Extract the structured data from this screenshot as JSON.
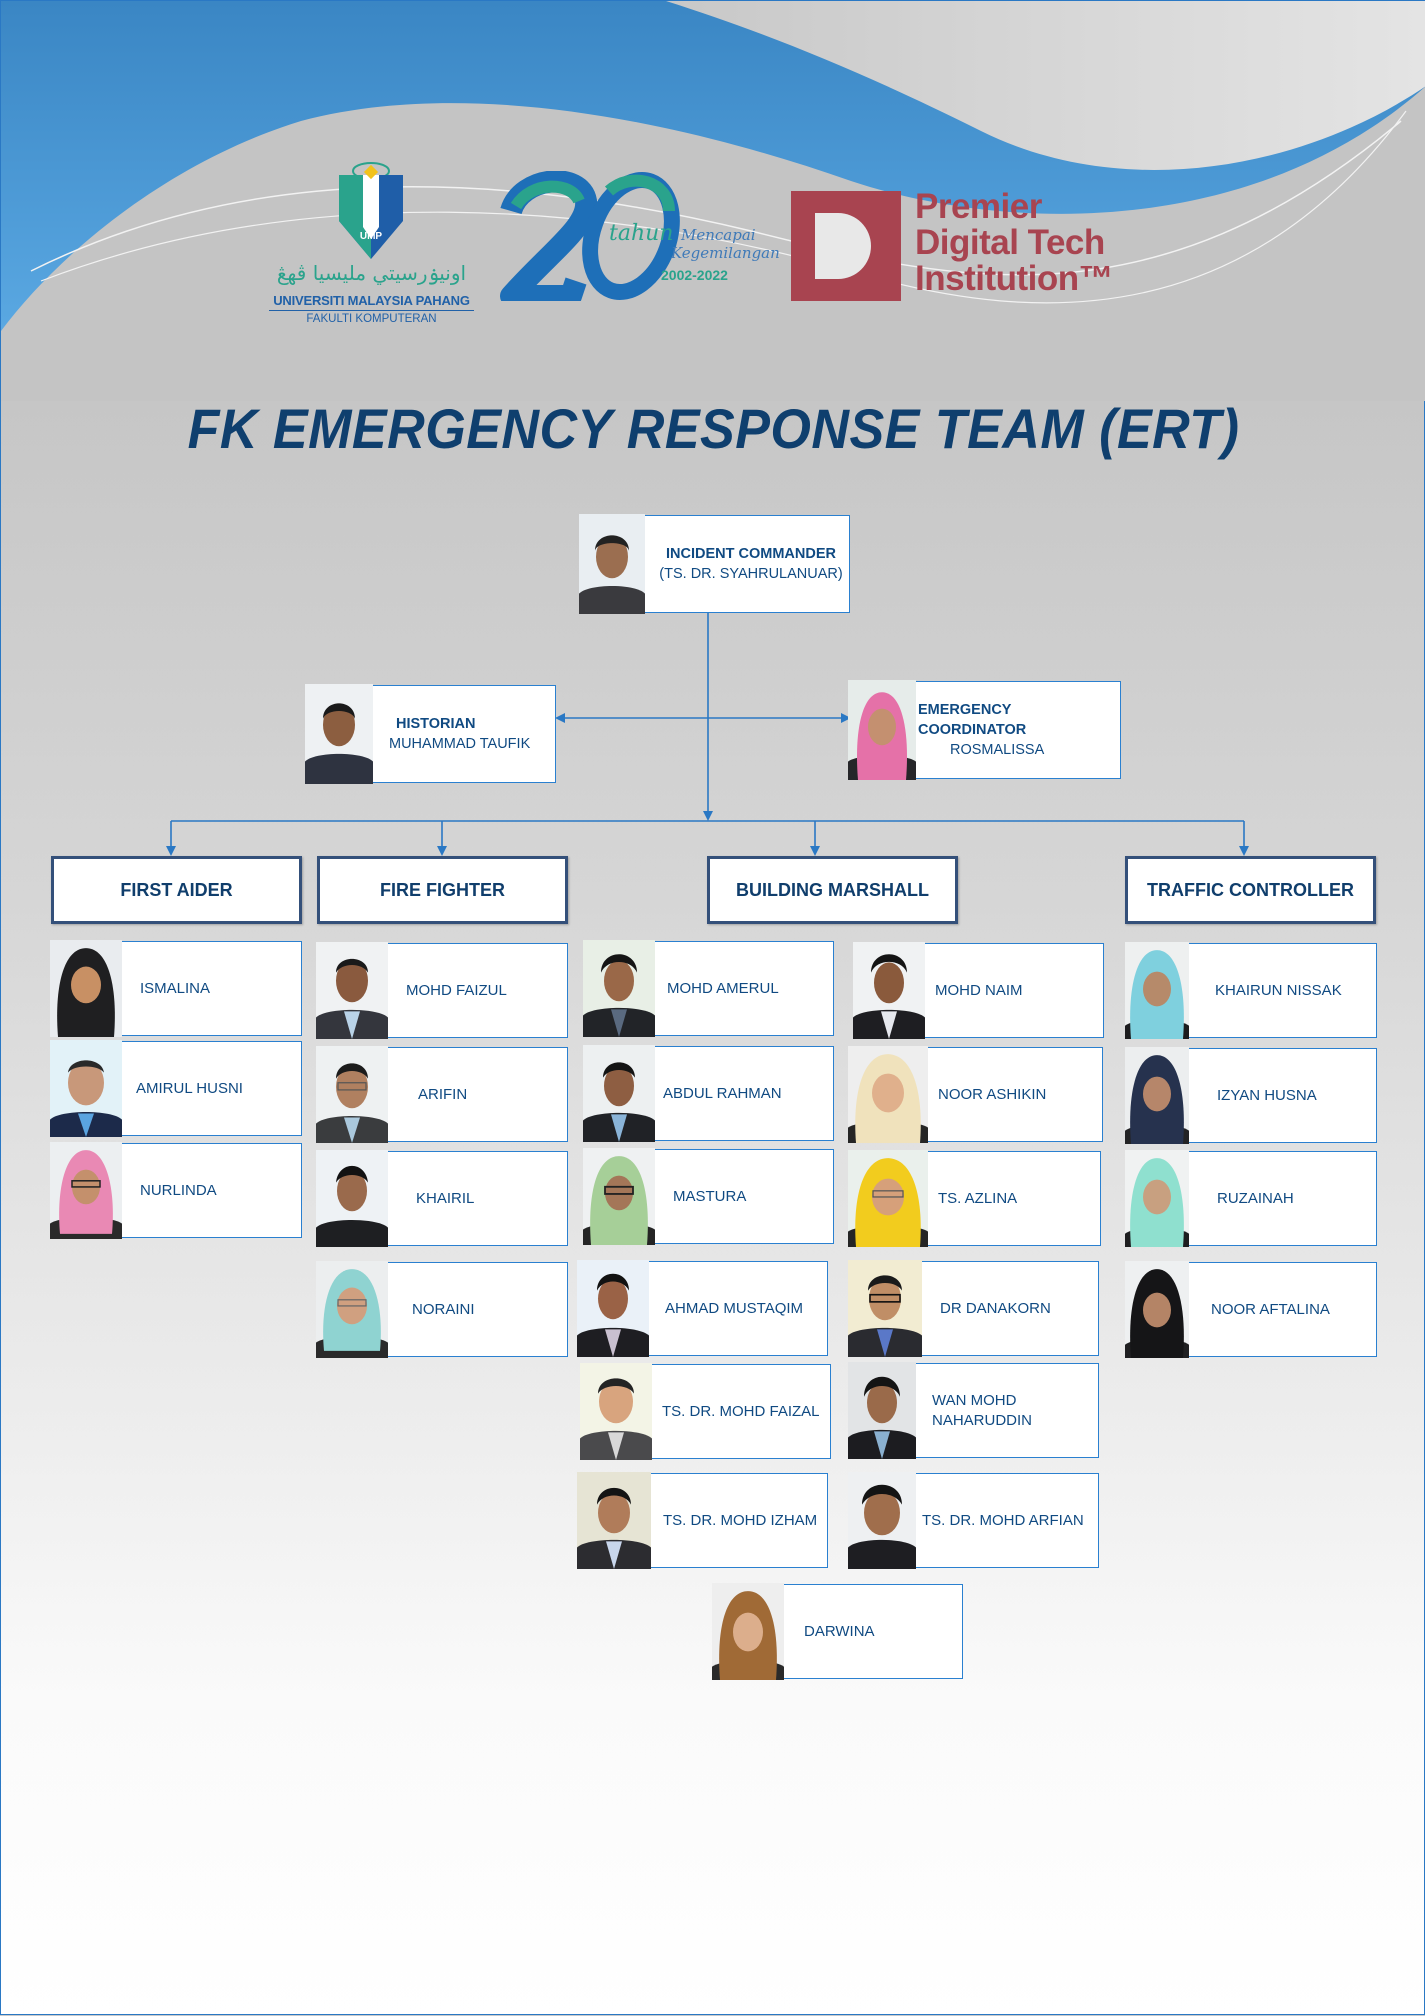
{
  "header": {
    "ump_logo": {
      "emblem_text": "UMP",
      "arabic_text": "اونيۏرسيتي مليسيا ڤهڠ",
      "university": "UNIVERSITI MALAYSIA PAHANG",
      "faculty": "FAKULTI KOMPUTERAN"
    },
    "anniversary_logo": {
      "number": "20",
      "tahun": "tahun",
      "tagline_1": "Mencapai",
      "tagline_2": "Kegemilangan",
      "years": "2002-2022"
    },
    "pdt_logo": {
      "line1": "Premier",
      "line2": "Digital Tech",
      "line3": "Institution™"
    }
  },
  "title": "FK EMERGENCY RESPONSE TEAM (ERT)",
  "colors": {
    "title": "#0f3f6e",
    "card_border": "#2a80d0",
    "role_border": "#34507a",
    "connector": "#2a78c4",
    "pdt_red": "#a84450",
    "header_blue": "#3f8ccb"
  },
  "leadership": {
    "commander": {
      "role": "INCIDENT COMMANDER",
      "name": "(TS. DR. SYAHRULANUAR)"
    },
    "historian": {
      "role": "HISTORIAN",
      "name": "MUHAMMAD TAUFIK"
    },
    "coordinator": {
      "role": "EMERGENCY COORDINATOR",
      "name": "ROSMALISSA"
    }
  },
  "teams": {
    "first_aider": {
      "label": "FIRST AIDER",
      "members": [
        "ISMALINA",
        "AMIRUL HUSNI",
        "NURLINDA"
      ]
    },
    "fire_fighter": {
      "label": "FIRE FIGHTER",
      "members": [
        "MOHD FAIZUL",
        "ARIFIN",
        "KHAIRIL",
        "NORAINI"
      ]
    },
    "building_marshall": {
      "label": "BUILDING MARSHALL",
      "members_left": [
        "MOHD AMERUL",
        "ABDUL RAHMAN",
        "MASTURA",
        "AHMAD MUSTAQIM",
        "TS. DR. MOHD FAIZAL",
        "TS. DR. MOHD IZHAM"
      ],
      "members_right": [
        "MOHD NAIM",
        "NOOR ASHIKIN",
        "TS. AZLINA",
        "DR DANAKORN",
        "WAN MOHD",
        "TS. DR. MOHD ARFIAN"
      ],
      "members_right_line2": {
        "4": "NAHARUDDIN"
      },
      "member_bottom": "DARWINA"
    },
    "traffic_controller": {
      "label": "TRAFFIC CONTROLLER",
      "members": [
        "KHAIRUN NISSAK",
        "IZYAN HUSNA",
        "RUZAINAH",
        "NOOR AFTALINA"
      ]
    }
  }
}
